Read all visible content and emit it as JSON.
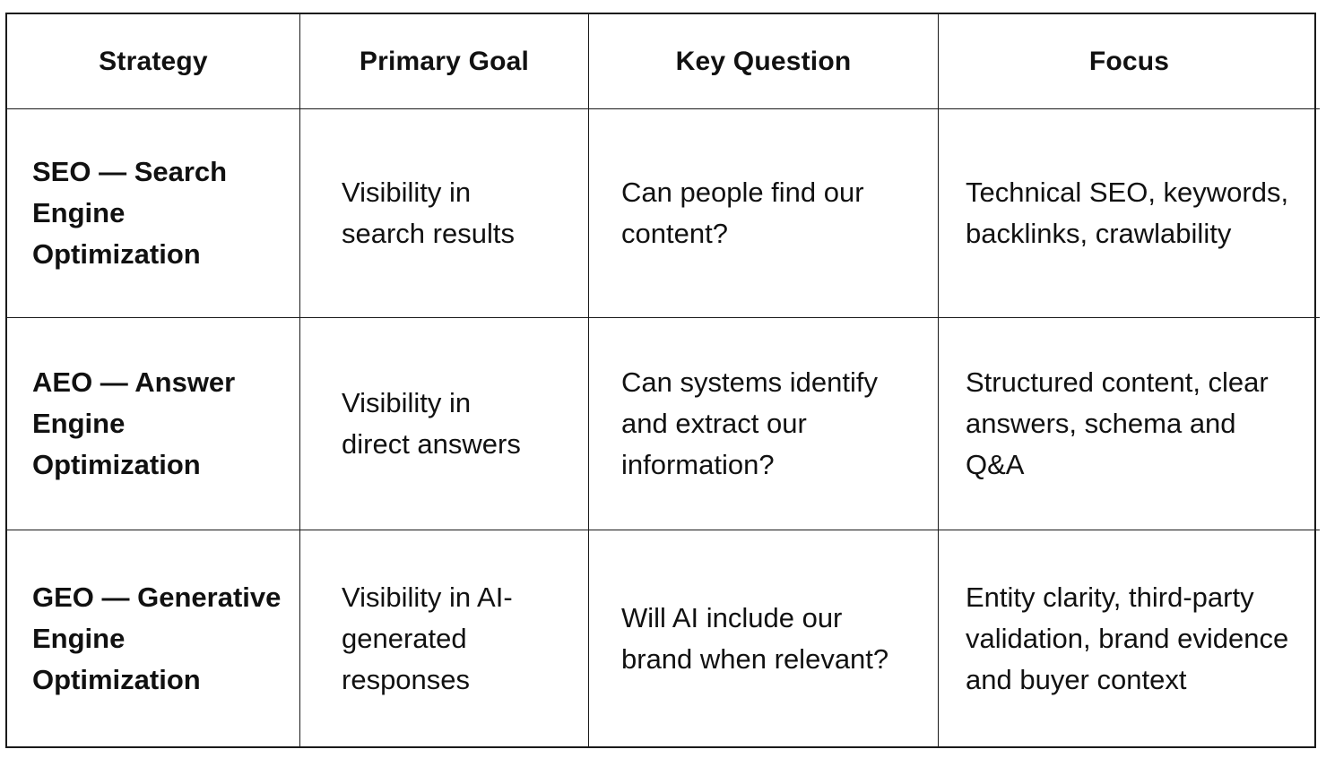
{
  "headers": {
    "strategy": "Strategy",
    "goal": "Primary Goal",
    "question": "Key Question",
    "focus": "Focus"
  },
  "rows": [
    {
      "strategy": "SEO — Search Engine Optimization",
      "goal": "Visibility in search results",
      "question": "Can people find our content?",
      "focus": "Technical SEO, keywords, backlinks, crawlability"
    },
    {
      "strategy": "AEO — Answer Engine Optimization",
      "goal": "Visibility in direct answers",
      "question": "Can systems identify and extract our information?",
      "focus": "Structured content, clear answers, schema and Q&A"
    },
    {
      "strategy": "GEO — Generative Engine Optimization",
      "goal": "Visibility in AI-generated responses",
      "question": "Will AI include our brand when relevant?",
      "focus": "Entity clarity, third-party validation, brand evidence and buyer context"
    }
  ]
}
